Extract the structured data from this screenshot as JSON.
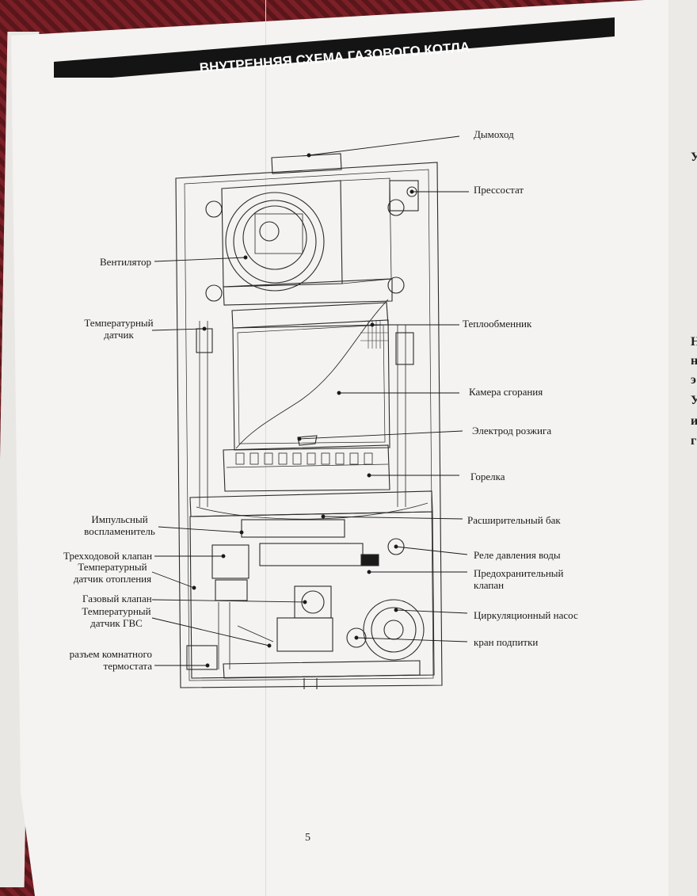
{
  "header": {
    "title": "ВНУТРЕННЯЯ СХЕМА ГАЗОВОГО КОТЛА"
  },
  "labels_right": {
    "chimney": "Дымоход",
    "pressostat": "Прессостат",
    "heat_exchanger": "Теплообменник",
    "combustion_chamber": "Камера сгорания",
    "ignition_electrode": "Электрод розжига",
    "burner": "Горелка",
    "expansion_tank": "Расширительный  бак",
    "water_pressure_relay": "Реле давления воды",
    "safety_valve_1": "Предохранительный",
    "safety_valve_2": "клапан",
    "circulation_pump": "Циркуляционный насос",
    "fill_valve": "кран подпитки"
  },
  "labels_left": {
    "fan": "Вентилятор",
    "temp_sensor_1": "Температурный",
    "temp_sensor_2": "датчик",
    "pulse_igniter_1": "Импульсный",
    "pulse_igniter_2": "воспламенитель",
    "three_way_valve": "Трехходовой клапан",
    "heating_temp_sensor_1": "Температурный",
    "heating_temp_sensor_2": "датчик отопления",
    "gas_valve": "Газовый клапан",
    "dhw_temp_sensor_1": "Температурный",
    "dhw_temp_sensor_2": "датчик  ГВС",
    "room_thermostat_1": "разъем комнатного",
    "room_thermostat_2": "термостата"
  },
  "page_number": "5",
  "adjacent_page_fragments": [
    "У",
    "Н",
    "н",
    "э",
    "У",
    "и",
    "г"
  ]
}
